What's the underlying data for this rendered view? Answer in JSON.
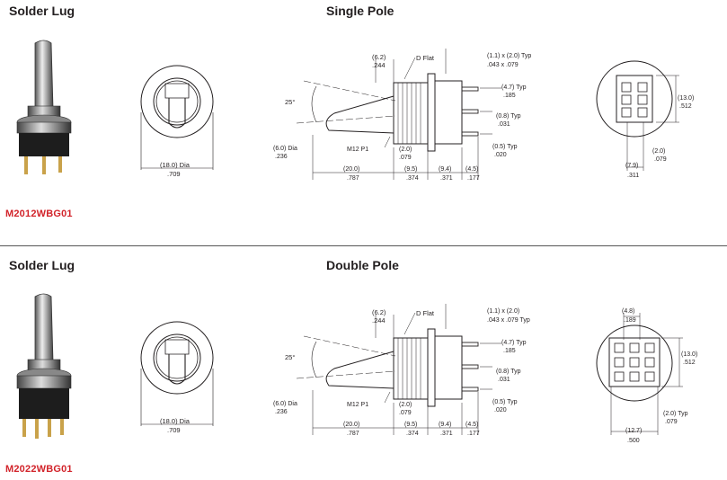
{
  "sections": [
    {
      "label": "Solder Lug",
      "title": "Single Pole",
      "part_number": "M2012WBG01",
      "front": {
        "dia_mm": "(18.0) Dia",
        "dia_in": ".709"
      },
      "side": {
        "angle": "25°",
        "d62": "(6.2)",
        "d244": ".244",
        "dflat": "D Flat",
        "bushing_dia_mm": "(6.0) Dia",
        "bushing_dia_in": ".236",
        "thread": "M12 P1",
        "d20a_mm": "(2.0)",
        "d20a_in": ".079",
        "len200": "(20.0)",
        "len787": ".787",
        "len95": "(9.5)",
        "len374": ".374",
        "len94": "(9.4)",
        "len371": ".371",
        "len45": "(4.5)",
        "len177": ".177",
        "term_mm": "(1.1)  x  (2.0) Typ",
        "term_in": ".043 x .079",
        "t47": "(4.7) Typ",
        "t185": ".185",
        "t08": "(0.8) Typ",
        "t031": ".031",
        "t05": "(0.5) Typ",
        "t020": ".020"
      },
      "rear": {
        "h13_mm": "(13.0)",
        "h13_in": ".512",
        "w20_mm": "(2.0)",
        "w20_in": ".079",
        "w79_mm": "(7.9)",
        "w79_in": ".311"
      }
    },
    {
      "label": "Solder Lug",
      "title": "Double Pole",
      "part_number": "M2022WBG01",
      "front": {
        "dia_mm": "(18.0) Dia",
        "dia_in": ".709"
      },
      "side": {
        "angle": "25°",
        "d62": "(6.2)",
        "d244": ".244",
        "dflat": "D Flat",
        "bushing_dia_mm": "(6.0) Dia",
        "bushing_dia_in": ".236",
        "thread": "M12 P1",
        "d20a_mm": "(2.0)",
        "d20a_in": ".079",
        "len200": "(20.0)",
        "len787": ".787",
        "len95": "(9.5)",
        "len374": ".374",
        "len94": "(9.4)",
        "len371": ".371",
        "len45": "(4.5)",
        "len177": ".177",
        "term_mm": "(1.1)  x  (2.0)",
        "term_in": ".043 x .079 Typ",
        "t47": "(4.7) Typ",
        "t185": ".185",
        "t08": "(0.8) Typ",
        "t031": ".031",
        "t05": "(0.5) Typ",
        "t020": ".020"
      },
      "rear": {
        "top48_mm": "(4.8)",
        "top48_in": ".189",
        "h13_mm": "(13.0)",
        "h13_in": ".512",
        "w20_mm": "(2.0) Typ",
        "w20_in": ".079",
        "w127_mm": "(12.7)",
        "w127_in": ".500"
      }
    }
  ],
  "colors": {
    "part_number": "#d2232a",
    "line": "#231f20",
    "divider": "#555555"
  }
}
